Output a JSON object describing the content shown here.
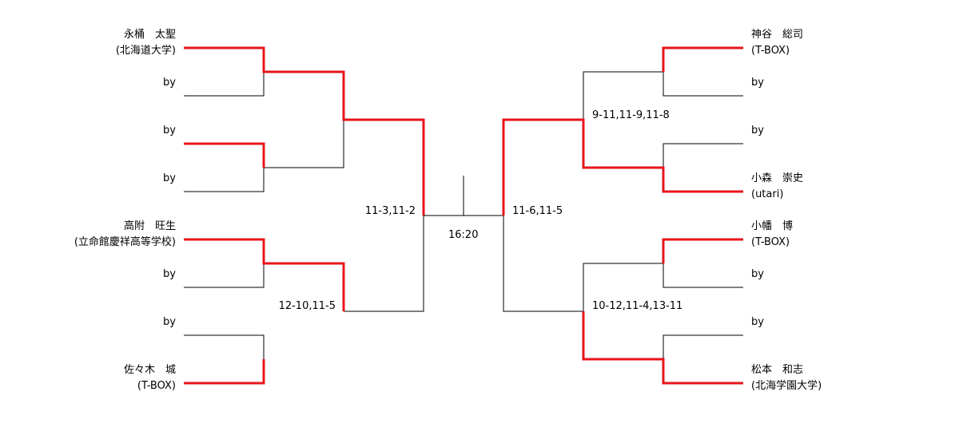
{
  "players_left": [
    {
      "name": "永桶　太聖",
      "team": "(北海道大学)"
    },
    {
      "name": "by"
    },
    {
      "name": "by"
    },
    {
      "name": "by"
    },
    {
      "name": "高附　旺生",
      "team": "(立命館慶祥高等学校)"
    },
    {
      "name": "by"
    },
    {
      "name": "by"
    },
    {
      "name": "佐々木　城",
      "team": "(T-BOX)"
    }
  ],
  "players_right": [
    {
      "name": "神谷　総司",
      "team": "(T-BOX)"
    },
    {
      "name": "by"
    },
    {
      "name": "by"
    },
    {
      "name": "小森　崇史",
      "team": "(utari)"
    },
    {
      "name": "小幡　博",
      "team": "(T-BOX)"
    },
    {
      "name": "by"
    },
    {
      "name": "by"
    },
    {
      "name": "松本　和志",
      "team": "(北海学園大学)"
    }
  ],
  "scores": {
    "left_sf_bottom": "12-10,11-5",
    "left_final": "11-3,11-2",
    "right_final": "11-6,11-5",
    "right_sf_top": "9-11,11-9,11-8",
    "right_sf_bottom": "10-12,11-4,13-11"
  },
  "final_time": "16:20",
  "colors": {
    "winner_line": "#e8141b",
    "line": "#000000"
  }
}
